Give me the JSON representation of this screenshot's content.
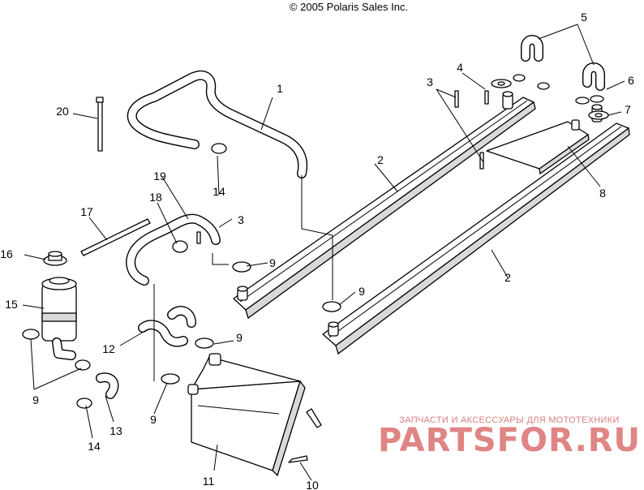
{
  "header": {
    "copyright": "© 2005 Polaris Sales Inc."
  },
  "callouts": [
    {
      "id": "c1",
      "label": "1"
    },
    {
      "id": "c2a",
      "label": "2"
    },
    {
      "id": "c2b",
      "label": "2"
    },
    {
      "id": "c3a",
      "label": "3"
    },
    {
      "id": "c3b",
      "label": "3"
    },
    {
      "id": "c4",
      "label": "4"
    },
    {
      "id": "c5",
      "label": "5"
    },
    {
      "id": "c6",
      "label": "6"
    },
    {
      "id": "c7",
      "label": "7"
    },
    {
      "id": "c8",
      "label": "8"
    },
    {
      "id": "c9a",
      "label": "9"
    },
    {
      "id": "c9b",
      "label": "9"
    },
    {
      "id": "c9c",
      "label": "9"
    },
    {
      "id": "c9d",
      "label": "9"
    },
    {
      "id": "c9e",
      "label": "9"
    },
    {
      "id": "c10",
      "label": "10"
    },
    {
      "id": "c11",
      "label": "11"
    },
    {
      "id": "c12",
      "label": "12"
    },
    {
      "id": "c13",
      "label": "13"
    },
    {
      "id": "c14a",
      "label": "14"
    },
    {
      "id": "c14b",
      "label": "14"
    },
    {
      "id": "c15",
      "label": "15"
    },
    {
      "id": "c16",
      "label": "16"
    },
    {
      "id": "c17",
      "label": "17"
    },
    {
      "id": "c18",
      "label": "18"
    },
    {
      "id": "c19",
      "label": "19"
    },
    {
      "id": "c20",
      "label": "20"
    }
  ],
  "watermark": {
    "tagline": "ЗАПЧАСТИ И АКСЕССУАРЫ ДЛЯ МОТОТЕХНИКИ",
    "brand": "PARTSFOR.RU",
    "color": "#e08585"
  }
}
